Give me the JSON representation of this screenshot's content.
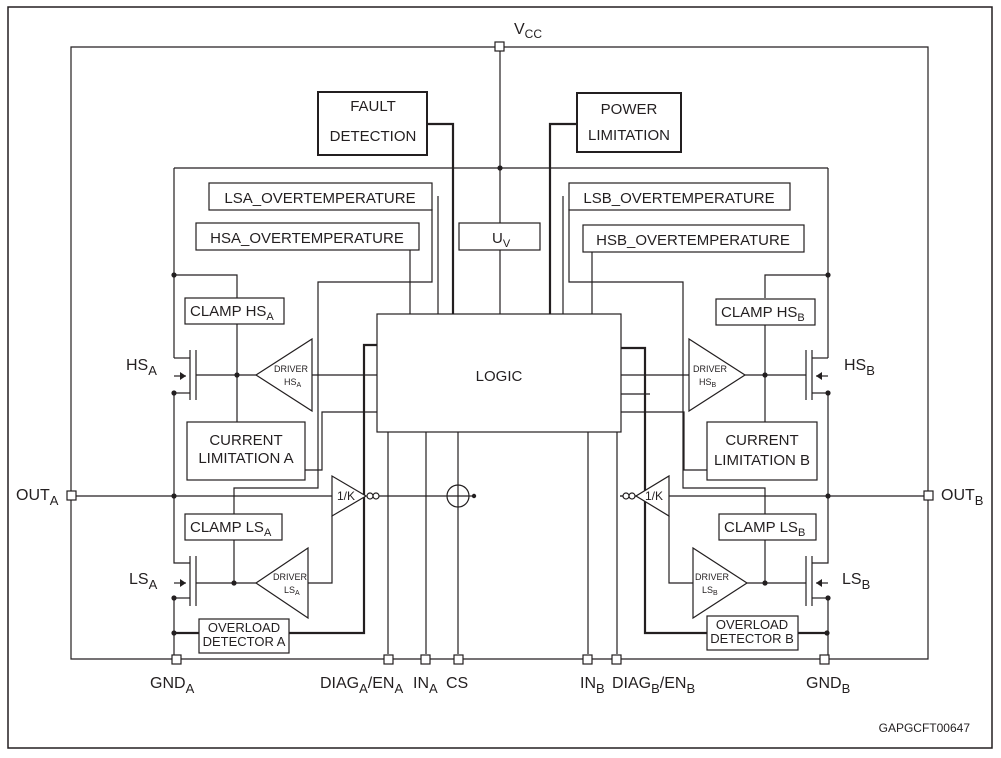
{
  "pins": {
    "vcc": {
      "main": "V",
      "sub": "CC"
    },
    "out_a": {
      "main": "OUT",
      "sub": "A"
    },
    "out_b": {
      "main": "OUT",
      "sub": "B"
    },
    "gnd_a": {
      "main": "GND",
      "sub": "A"
    },
    "gnd_b": {
      "main": "GND",
      "sub": "B"
    },
    "diag_a": {
      "p1": "DIAG",
      "s1": "A",
      "p2": "/EN",
      "s2": "A"
    },
    "in_a": {
      "main": "IN",
      "sub": "A"
    },
    "cs": {
      "main": "CS"
    },
    "in_b": {
      "main": "IN",
      "sub": "B"
    },
    "diag_b": {
      "p1": "DIAG",
      "s1": "B",
      "p2": "/EN",
      "s2": "B"
    }
  },
  "transistors": {
    "hs_a": {
      "main": "HS",
      "sub": "A"
    },
    "ls_a": {
      "main": "LS",
      "sub": "A"
    },
    "hs_b": {
      "main": "HS",
      "sub": "B"
    },
    "ls_b": {
      "main": "LS",
      "sub": "B"
    }
  },
  "blocks": {
    "fault_detection": {
      "line1": "FAULT",
      "line2": "DETECTION"
    },
    "power_limitation": {
      "line1": "POWER",
      "line2": "LIMITATION"
    },
    "lsa_overtemp": "LSA_OVERTEMPERATURE",
    "hsa_overtemp": "HSA_OVERTEMPERATURE",
    "lsb_overtemp": "LSB_OVERTEMPERATURE",
    "hsb_overtemp": "HSB_OVERTEMPERATURE",
    "uv": {
      "main": "U",
      "sub": "V"
    },
    "logic": "LOGIC",
    "clamp_hs_a": {
      "main": "CLAMP HS",
      "sub": "A"
    },
    "clamp_hs_b": {
      "main": "CLAMP HS",
      "sub": "B"
    },
    "clamp_ls_a": {
      "main": "CLAMP LS",
      "sub": "A"
    },
    "clamp_ls_b": {
      "main": "CLAMP LS",
      "sub": "B"
    },
    "current_limit_a": {
      "line1": "CURRENT",
      "line2": "LIMITATION A"
    },
    "current_limit_b": {
      "line1": "CURRENT",
      "line2": "LIMITATION B"
    },
    "overload_a": {
      "line1": "OVERLOAD",
      "line2": "DETECTOR A"
    },
    "overload_b": {
      "line1": "OVERLOAD",
      "line2": "DETECTOR B"
    }
  },
  "drivers": {
    "hs_a": {
      "line1": "DRIVER",
      "main": "HS",
      "sub": "A"
    },
    "ls_a": {
      "line1": "DRIVER",
      "main": "LS",
      "sub": "A"
    },
    "hs_b": {
      "line1": "DRIVER",
      "main": "HS",
      "sub": "B"
    },
    "ls_b": {
      "line1": "DRIVER",
      "main": "LS",
      "sub": "B"
    }
  },
  "sense_gain": {
    "a": "1/K",
    "b": "1/K"
  },
  "figure_code": "GAPGCFT00647"
}
